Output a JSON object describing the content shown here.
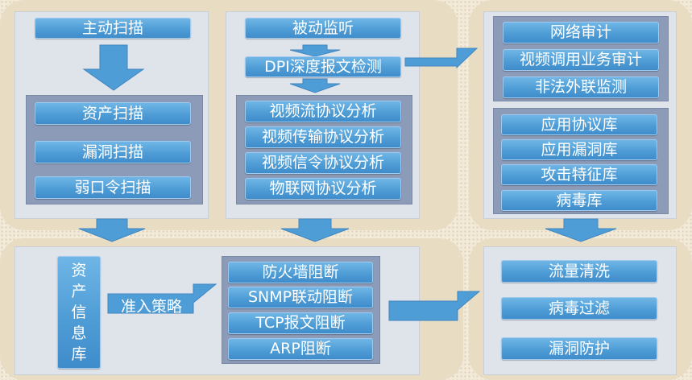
{
  "top_left": {
    "active_scan": "主动扫描",
    "items": [
      "资产扫描",
      "漏洞扫描",
      "弱口令扫描"
    ]
  },
  "top_middle": {
    "passive_monitor": "被动监听",
    "dpi": "DPI深度报文检测",
    "items": [
      "视频流协议分析",
      "视频传输协议分析",
      "视频信令协议分析",
      "物联网协议分析"
    ]
  },
  "top_right": {
    "audit_items": [
      "网络审计",
      "视频调用业务审计",
      "非法外联监测"
    ],
    "lib_items": [
      "应用协议库",
      "应用漏洞库",
      "攻击特征库",
      "病毒库"
    ]
  },
  "bottom_left": {
    "asset_db": "资产信息库",
    "access_policy": "准入策略",
    "block_items": [
      "防火墙阻断",
      "SNMP联动阻断",
      "TCP报文阻断",
      "ARP阻断"
    ]
  },
  "bottom_right": {
    "items": [
      "流量清洗",
      "病毒过滤",
      "漏洞防护"
    ]
  },
  "colors": {
    "box_fill": "#4f9dd6",
    "group_fill": "#8c9bb8",
    "arrow": "#4f9dd6"
  }
}
